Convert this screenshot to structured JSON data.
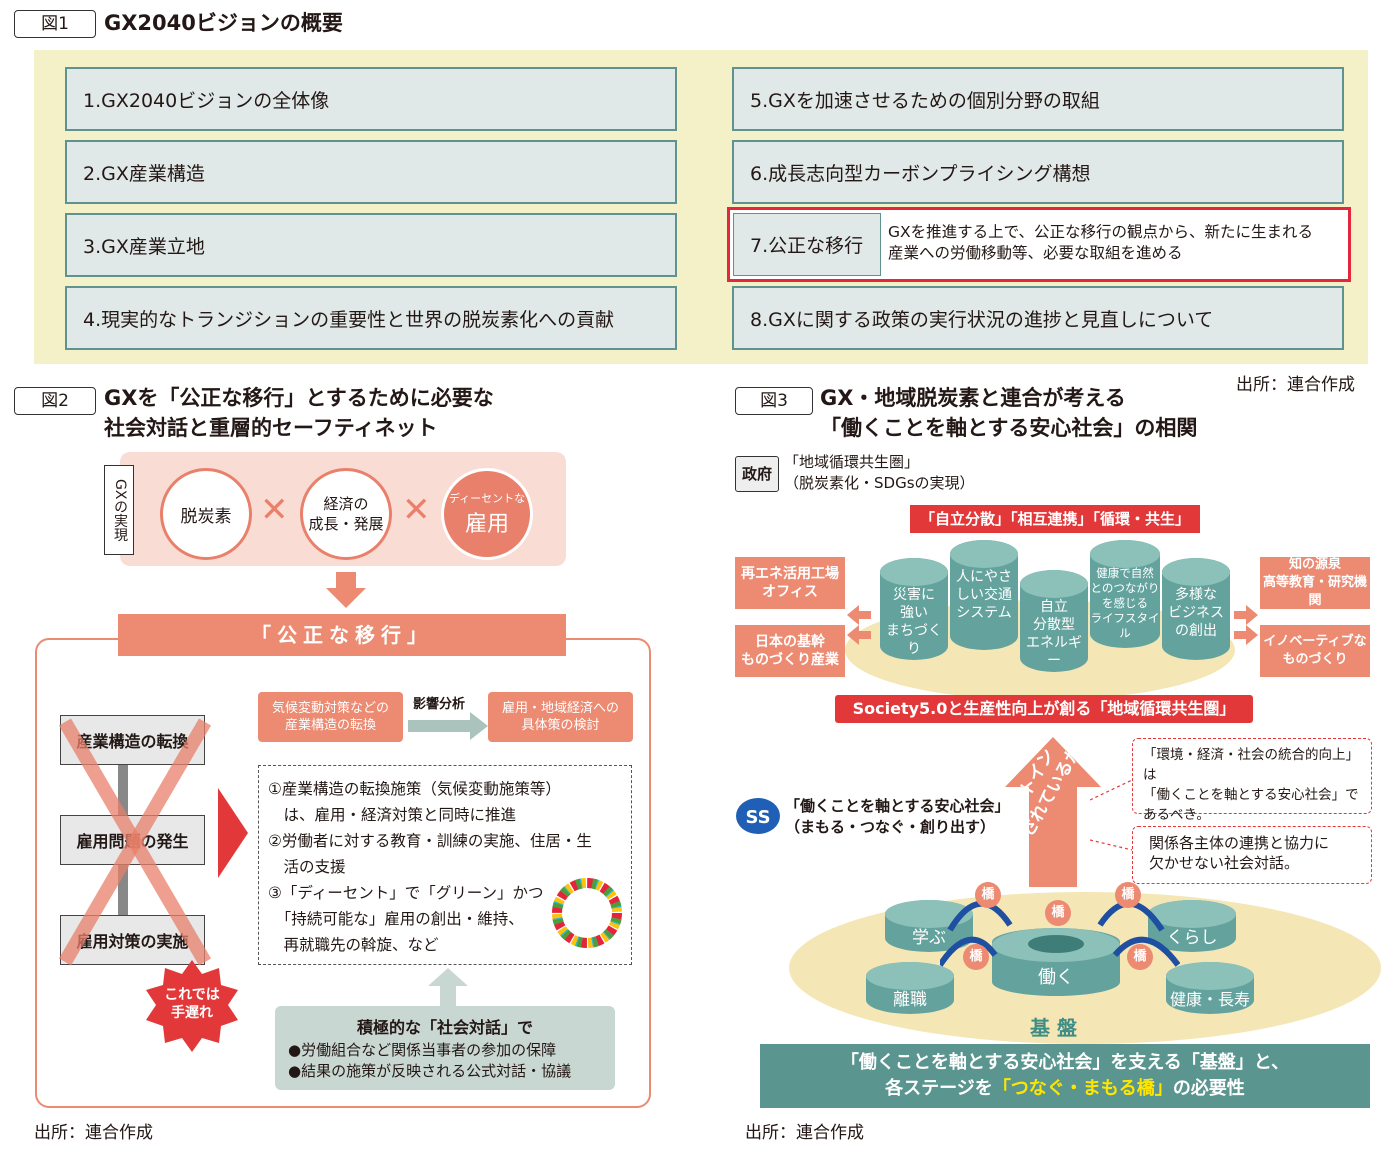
{
  "fig1": {
    "tag": "図1",
    "title": "GX2040ビジョンの概要",
    "items": [
      "1.GX2040ビジョンの全体像",
      "2.GX産業構造",
      "3.GX産業立地",
      "4.現実的なトランジションの重要性と世界の脱炭素化への貢献",
      "5.GXを加速させるための個別分野の取組",
      "6.成長志向型カーボンプライシング構想",
      "7.公正な移行",
      "8.GXに関する政策の実行状況の進捗と見直しについて"
    ],
    "item7_desc": [
      "GXを推進する上で、公正な移行の観点から、新たに生まれる",
      "産業への労働移動等、必要な取組を進める"
    ],
    "source": "出所：連合作成"
  },
  "fig2": {
    "tag": "図2",
    "title": [
      "GXを「公正な移行」とするために必要な",
      "社会対話と重層的セーフティネット"
    ],
    "gx_label": "GXの実現",
    "c1": "脱炭素",
    "c2": [
      "経済の",
      "成長・発展"
    ],
    "c3_small": "ディーセントな",
    "c3": "雇用",
    "times": "✕",
    "banner": "「公正な移行」",
    "steps": [
      "産業構造の転換",
      "雇用問題の発生",
      "雇用対策の実施"
    ],
    "too_late": [
      "これでは",
      "手遅れ"
    ],
    "box_left": [
      "気候変動対策などの",
      "産業構造の転換"
    ],
    "impact": "影響分析",
    "box_right": [
      "雇用・地域経済への",
      "具体策の検討"
    ],
    "measures": [
      "①産業構造の転換施策（気候変動施策等）",
      "　は、雇用・経済対策と同時に推進",
      "②労働者に対する教育・訓練の実施、住居・生",
      "　活の支援",
      "③「ディーセント」で「グリーン」かつ",
      "　「持続可能な」雇用の創出・維持、",
      "　再就職先の斡旋、など"
    ],
    "dialog_title": "積極的な「社会対話」で",
    "dialog_items": [
      "●労働組合など関係当事者の参加の保障",
      "●結果の施策が反映される公式対話・協議"
    ],
    "source": "出所：連合作成"
  },
  "fig3": {
    "tag": "図3",
    "title": [
      "GX・地域脱炭素と連合が考える",
      "「働くことを軸とする安心社会」の相関"
    ],
    "gov": "政府",
    "gov_text": [
      "「地域循環共生圏」",
      "（脱炭素化・SDGsの実現）"
    ],
    "top_bar": "「自立分散」「相互連携」「循環・共生」",
    "cylinders": [
      [
        "災害に",
        "強い",
        "まちづくり"
      ],
      [
        "人にやさ",
        "しい交通",
        "システム"
      ],
      [
        "自立",
        "分散型",
        "エネルギー"
      ],
      [
        "健康で自然",
        "とのつながり",
        "を感じる",
        "ライフスタイル"
      ],
      [
        "多様な",
        "ビジネス",
        "の創出"
      ]
    ],
    "left_boxes": [
      [
        "再エネ活用工場",
        "オフィス"
      ],
      [
        "日本の基幹",
        "ものづくり産業"
      ]
    ],
    "right_boxes": [
      [
        "知の源泉",
        "高等教育・研究機関"
      ],
      [
        "イノベーティブな",
        "ものづくり"
      ]
    ],
    "society_bar": "Society5.0と生産性向上が創る「地域循環共生圏」",
    "arrow_text": [
      "ビルトイン",
      "されているか？"
    ],
    "note1": [
      "「環境・経済・社会の統合的向上」は",
      "「働くことを軸とする安心社会」で",
      "あるべき。"
    ],
    "note2": [
      "関係各主体の連携と協力に",
      "欠かせない社会対話。"
    ],
    "rengo_text": [
      "「働くことを軸とする安心社会」",
      "（まもる・つなぐ・創り出す）"
    ],
    "stages": [
      "学ぶ",
      "くらし",
      "働く",
      "離職",
      "健康・長寿"
    ],
    "bridge": "橋",
    "kiban": "基 盤",
    "bottom": [
      "「働くことを軸とする安心社会」を支える「基盤」と、",
      "各ステージを",
      "「つなぐ・まもる橋」",
      "の必要性"
    ],
    "source": "出所：連合作成"
  }
}
